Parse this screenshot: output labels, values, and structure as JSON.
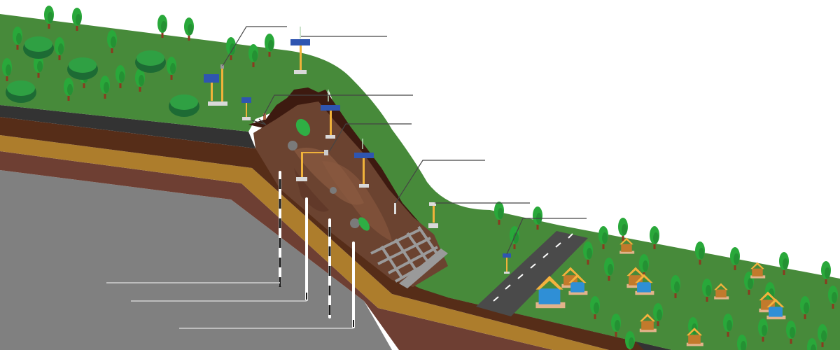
{
  "diagram": {
    "subject": "landslide-monitoring-cross-section",
    "colors": {
      "sky": "#ffffff",
      "grass": "#478a3a",
      "topsoil_dark": "#333333",
      "soil_brown": "#562d18",
      "sand_layer": "#ad7d2c",
      "clay_layer": "#6e3f33",
      "bedrock": "#808080",
      "slide_mass": "#6b4330",
      "slide_highlight": "#8a5a40",
      "scarp": "#3d1a10",
      "road": "#4a4a4a",
      "road_marking": "#ffffff",
      "tree_leaf": "#29a83a",
      "tree_leaf_dark": "#1f7a2c",
      "tree_trunk": "#8a3a1f",
      "bush": "#2fa043",
      "bush_dark": "#1d6b34",
      "solar_panel": "#2f55b0",
      "pole": "#f0b23a",
      "base": "#d9d9d9",
      "house_wall_blue": "#2f8fd6",
      "house_wall_wood": "#c27a2c",
      "house_roof": "#f4b23d",
      "house_base": "#e3b38a",
      "retaining_grid": "#9a9a9a",
      "inclinometer_band": "#1a1a1a"
    },
    "instruments": [
      {
        "type": "gnss-station",
        "icon": "solar-gnss-icon"
      },
      {
        "type": "gnss-station",
        "icon": "solar-gnss-icon"
      },
      {
        "type": "gnss-station",
        "icon": "solar-gnss-icon"
      },
      {
        "type": "rain-gauge",
        "icon": "rain-gauge-icon"
      },
      {
        "type": "crack-meter",
        "icon": "crack-meter-icon"
      },
      {
        "type": "surface-displacement-sensor",
        "icon": "displacement-sensor-icon"
      },
      {
        "type": "camera-station",
        "icon": "camera-icon"
      },
      {
        "type": "roadside-alarm",
        "icon": "alarm-icon"
      },
      {
        "type": "borehole-inclinometer",
        "icon": "inclinometer-icon"
      },
      {
        "type": "borehole-inclinometer",
        "icon": "inclinometer-icon"
      },
      {
        "type": "borehole-inclinometer",
        "icon": "inclinometer-icon"
      },
      {
        "type": "borehole-inclinometer",
        "icon": "inclinometer-icon"
      }
    ]
  }
}
